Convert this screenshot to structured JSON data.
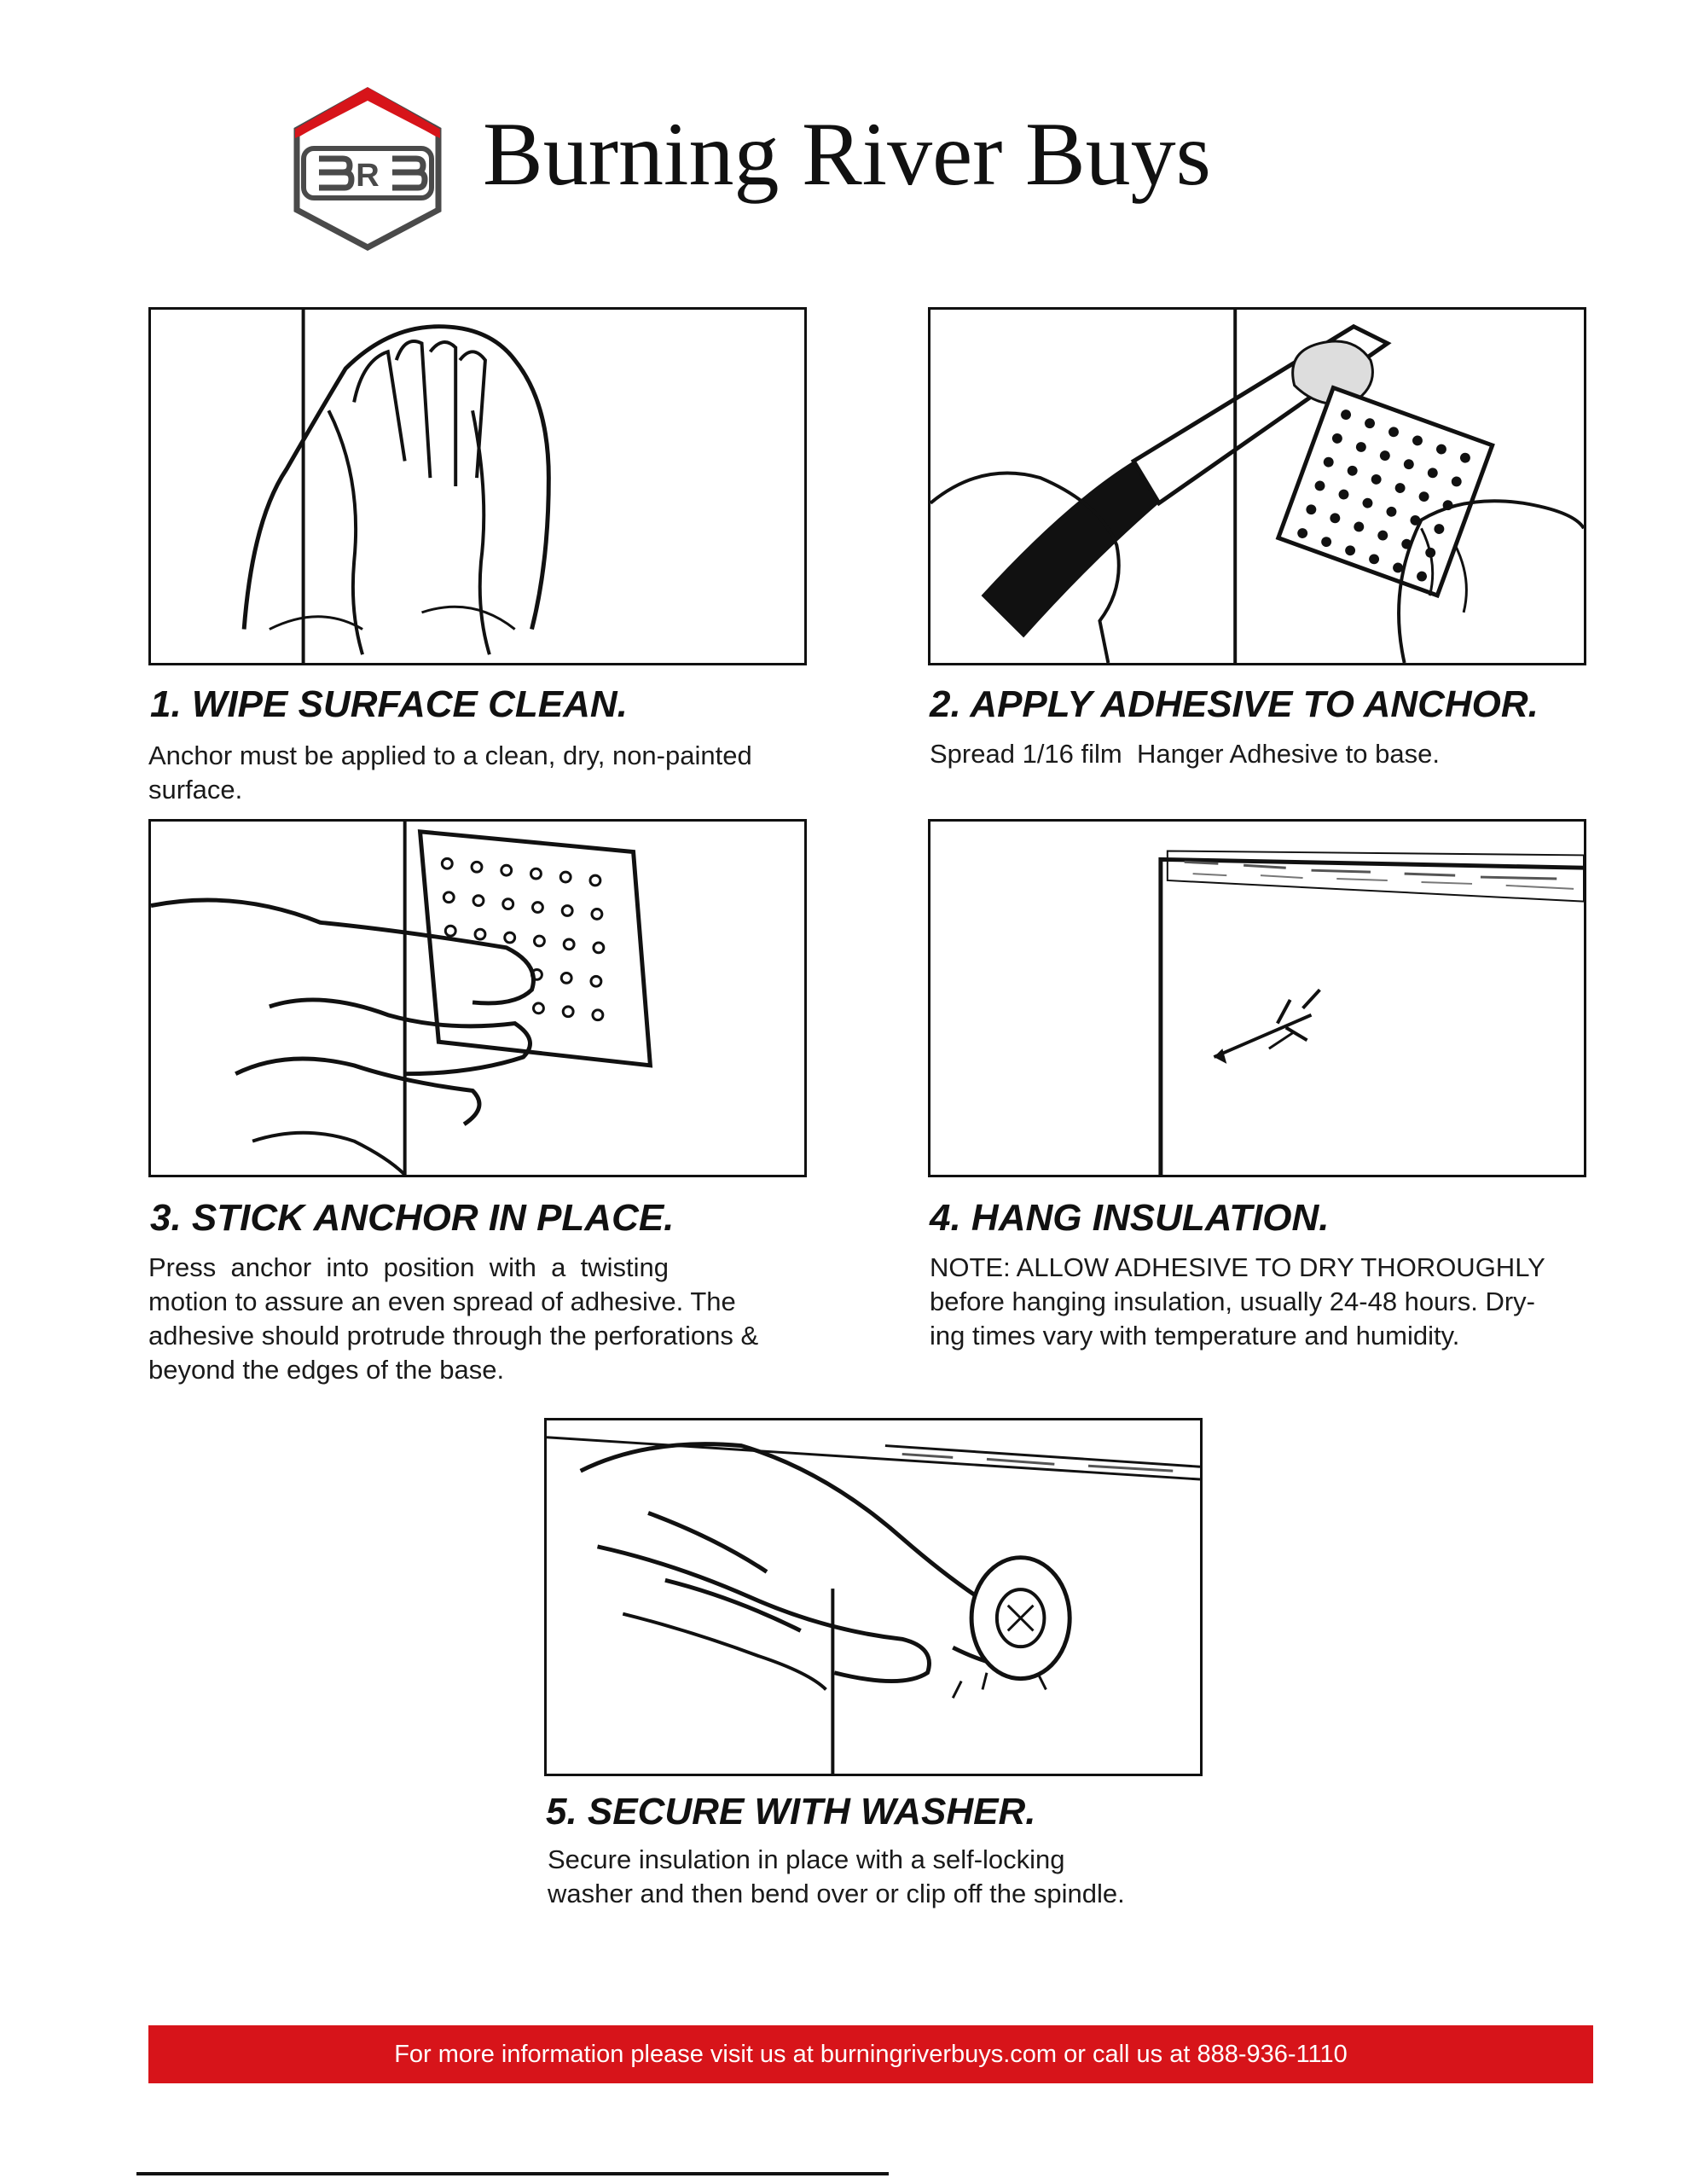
{
  "header": {
    "logo_mark": "BRB",
    "brand_name": "Burning River Buys"
  },
  "steps": [
    {
      "title": "1. WIPE SURFACE CLEAN.",
      "desc_lines": [
        "Anchor must be applied to a clean, dry, non-painted",
        "surface."
      ]
    },
    {
      "title": "2. APPLY ADHESIVE TO ANCHOR.",
      "desc_lines": [
        "Spread 1/16 film  Hanger Adhesive to base."
      ]
    },
    {
      "title": "3. STICK ANCHOR IN PLACE.",
      "desc_lines": [
        "Press  anchor  into  position  with  a  twisting",
        "motion to assure an even spread of adhesive. The",
        "adhesive should protrude through the perforations &",
        "beyond the edges of the base."
      ]
    },
    {
      "title": "4. HANG INSULATION.",
      "desc_lines": [
        "NOTE: ALLOW ADHESIVE TO DRY THOROUGHLY",
        "before hanging insulation, usually 24-48 hours. Dry-",
        "ing times vary with temperature and humidity."
      ]
    },
    {
      "title": "5. SECURE WITH WASHER.",
      "desc_lines": [
        "Secure insulation in place with a self-locking",
        "washer and then bend over or clip off the spindle."
      ]
    }
  ],
  "footer": {
    "text": "For more information please visit us at burningriverbuys.com or call us at 888-936-1110"
  },
  "colors": {
    "accent_red": "#d7141a",
    "logo_gray": "#4a4a4a",
    "ink": "#111111"
  },
  "icons": {
    "logo": "brb-hexagon-house-logo",
    "step1": "hands-wiping-cloth-illustration",
    "step2": "adhesive-spreading-illustration",
    "step3": "pressing-anchor-illustration",
    "step4": "insulation-on-spindle-illustration",
    "step5": "washer-securing-illustration"
  }
}
